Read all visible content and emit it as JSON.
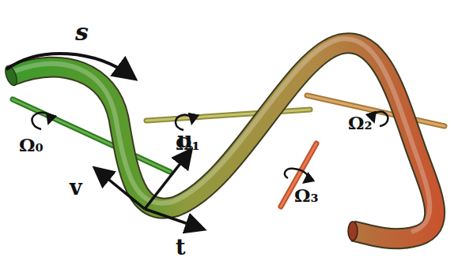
{
  "diagram": {
    "labels": [
      "s",
      "Ω₀",
      "Ω₁",
      "Ω₂",
      "Ω₃",
      "u",
      "v",
      "t"
    ]
  }
}
